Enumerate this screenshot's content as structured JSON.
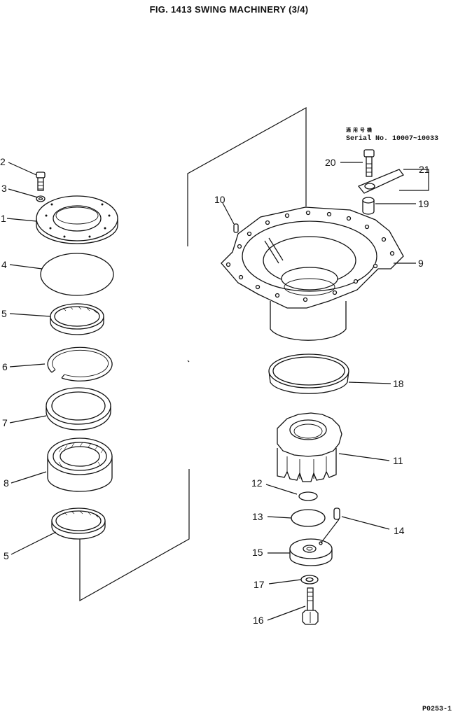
{
  "title": "FIG. 1413   SWING MACHINERY (3/4)",
  "serial_note": {
    "japanese": "適用号機",
    "text": "Serial No. 10007~10033"
  },
  "page_code": "P0253-1",
  "callouts": [
    {
      "id": "2",
      "label": "2"
    },
    {
      "id": "3",
      "label": "3"
    },
    {
      "id": "1",
      "label": "1"
    },
    {
      "id": "4",
      "label": "4"
    },
    {
      "id": "5a",
      "label": "5"
    },
    {
      "id": "6",
      "label": "6"
    },
    {
      "id": "7",
      "label": "7"
    },
    {
      "id": "8",
      "label": "8"
    },
    {
      "id": "5b",
      "label": "5"
    },
    {
      "id": "10",
      "label": "10"
    },
    {
      "id": "20",
      "label": "20"
    },
    {
      "id": "21",
      "label": "21"
    },
    {
      "id": "19",
      "label": "19"
    },
    {
      "id": "9",
      "label": "9"
    },
    {
      "id": "18",
      "label": "18"
    },
    {
      "id": "11",
      "label": "11"
    },
    {
      "id": "12",
      "label": "12"
    },
    {
      "id": "13",
      "label": "13"
    },
    {
      "id": "14",
      "label": "14"
    },
    {
      "id": "15",
      "label": "15"
    },
    {
      "id": "17",
      "label": "17"
    },
    {
      "id": "16",
      "label": "16"
    }
  ]
}
